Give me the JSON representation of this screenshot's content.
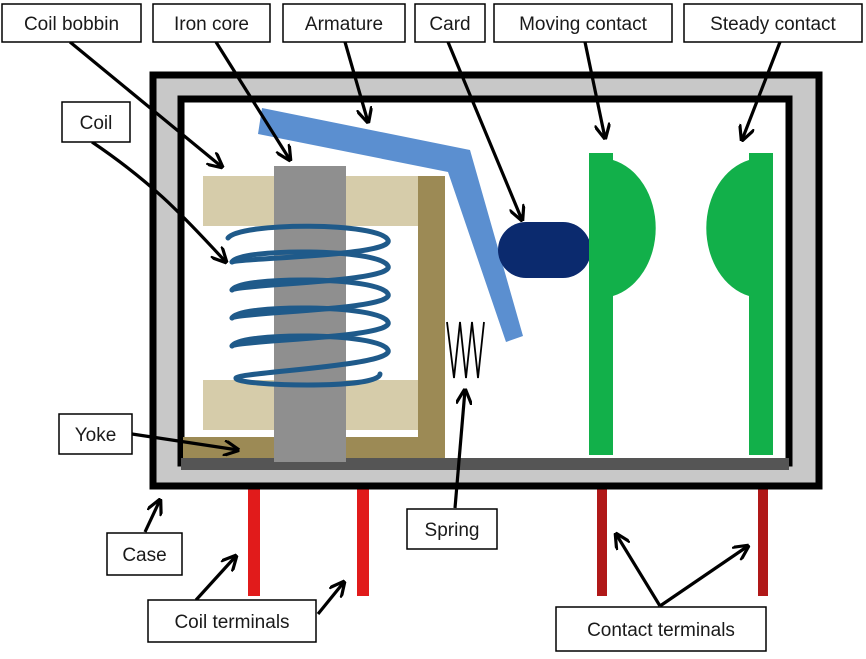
{
  "labels": {
    "coil_bobbin": "Coil bobbin",
    "iron_core": "Iron core",
    "armature": "Armature",
    "card": "Card",
    "moving_contact": "Moving contact",
    "steady_contact": "Steady contact",
    "coil": "Coil",
    "yoke": "Yoke",
    "case": "Case",
    "spring": "Spring",
    "coil_terminals": "Coil terminals",
    "contact_terminals": "Contact terminals"
  },
  "colors": {
    "case_outer": "#c8c8c8",
    "case_border": "#000000",
    "bobbin": "#d6ccaa",
    "yoke": "#9c8a55",
    "iron_core": "#8f8f8f",
    "coil": "#1f5a8a",
    "armature": "#5b8fd0",
    "card": "#0b2a6e",
    "contact": "#12b04a",
    "coil_terminal": "#e11b1b",
    "contact_terminal": "#b01818",
    "base": "#555555"
  }
}
